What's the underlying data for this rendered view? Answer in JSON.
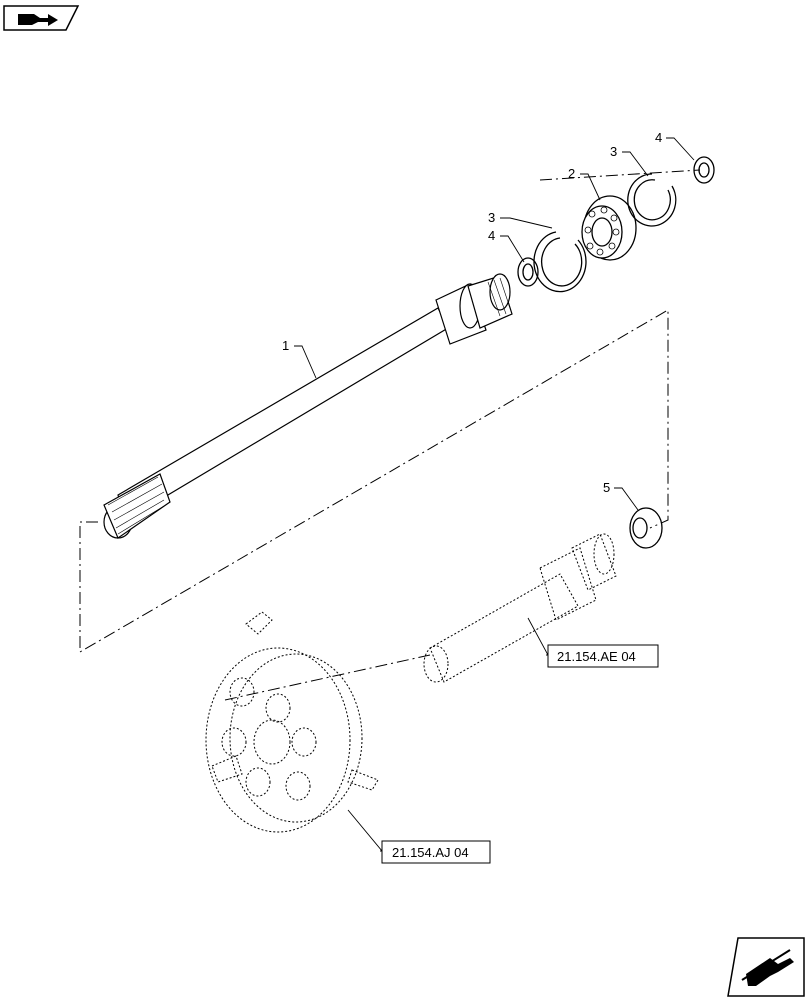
{
  "icons": {
    "top_left": "book-arrow-icon",
    "bottom_right": "next-page-arrow-icon"
  },
  "callouts": {
    "shaft": "1",
    "bearing": "2",
    "snap_ring_left": "3",
    "snap_ring_right": "3",
    "circlip_left": "4",
    "circlip_right": "4",
    "washer": "5"
  },
  "references": {
    "shaft_ref": "21.154.AE 04",
    "plate_ref": "21.154.AJ 04"
  }
}
